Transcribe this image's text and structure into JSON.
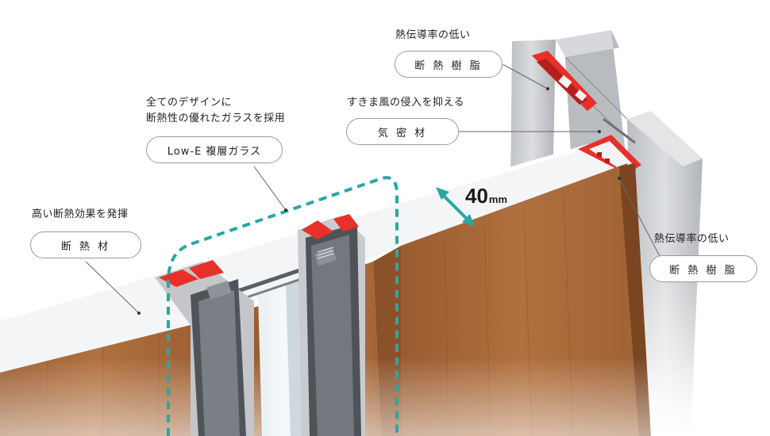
{
  "callouts": {
    "resin_top": {
      "caption": "熱伝導率の低い",
      "label": "断 熱 樹 脂"
    },
    "airtight": {
      "caption": "すきま風の侵入を抑える",
      "label": "気 密 材"
    },
    "glass": {
      "caption_line1": "全てのデザインに",
      "caption_line2": "断熱性の優れたガラスを採用",
      "label": "Low-E 複層ガラス"
    },
    "insulation": {
      "caption": "高い断熱効果を発揮",
      "label": "断 熱 材"
    },
    "resin_right": {
      "caption": "熱伝導率の低い",
      "label": "断 熱 樹 脂"
    }
  },
  "dimension": {
    "value": "40",
    "unit": "mm"
  },
  "colors": {
    "wood": "#a8693a",
    "wood_dark": "#8c5128",
    "door_top": "#f4f5f6",
    "aluminum": "#c7c9cc",
    "resin": "#e8302a",
    "glass": "#dfe8ea",
    "teal_accent": "#2aa7a4",
    "leader": "#666666"
  }
}
